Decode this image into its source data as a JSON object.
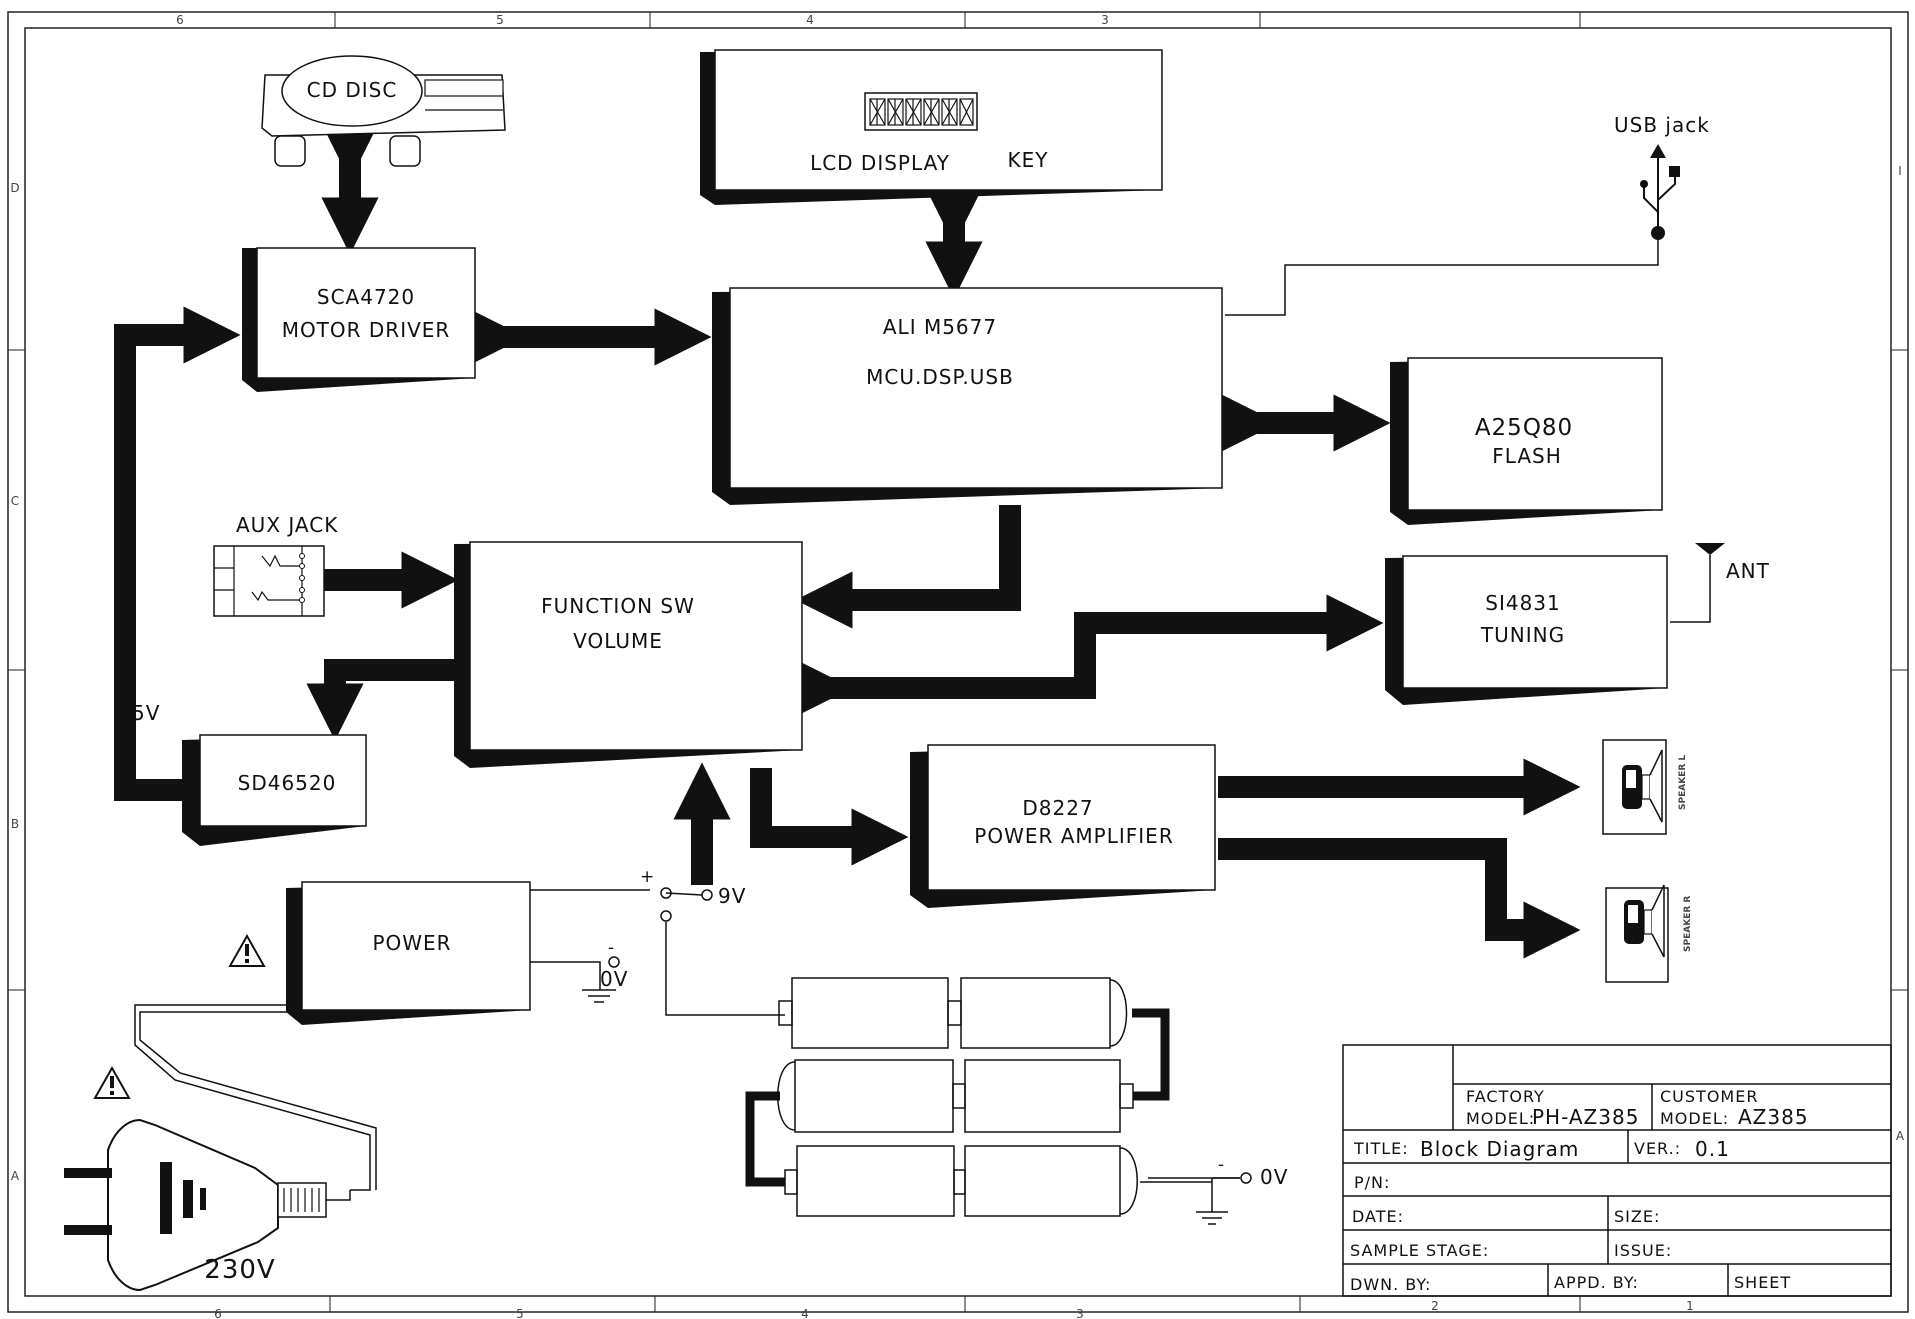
{
  "frame": {
    "col_labels_top": [
      "6",
      "5",
      "4",
      "3"
    ],
    "col_labels_bottom": [
      "6",
      "5",
      "4",
      "3",
      "2",
      "1"
    ],
    "row_labels_left": [
      "D",
      "C",
      "B",
      "A"
    ],
    "row_labels_right": [
      "I",
      "A"
    ]
  },
  "blocks": {
    "cd": {
      "label": "CD DISC"
    },
    "lcd": {
      "label1": "LCD DISPLAY",
      "label2": "KEY"
    },
    "usb": {
      "label": "USB jack"
    },
    "sca": {
      "line1": "SCA4720",
      "line2": "MOTOR DRIVER"
    },
    "ali": {
      "line1": "ALI M5677",
      "line2": "MCU.DSP.USB"
    },
    "flash": {
      "line1": "A25Q80",
      "line2": "FLASH"
    },
    "aux": {
      "label": "AUX JACK"
    },
    "func": {
      "line1": "FUNCTION SW",
      "line2": "VOLUME"
    },
    "tuner": {
      "line1": "SI4831",
      "line2": "TUNING",
      "ant": "ANT"
    },
    "sd": {
      "label": "SD46520",
      "rail": "5V"
    },
    "amp": {
      "line1": "D8227",
      "line2": "POWER AMPLIFIER"
    },
    "speaker_l": {
      "label": "SPEAKER L"
    },
    "speaker_r": {
      "label": "SPEAKER R"
    },
    "power": {
      "label": "POWER",
      "plus": "+",
      "v9": "9V",
      "minus": "-",
      "v0": "0V"
    },
    "battery": {
      "minus": "-",
      "v0": "0V"
    },
    "plug": {
      "label": "230V"
    }
  },
  "title_block": {
    "factory_label": "FACTORY",
    "factory_model_label": "MODEL:",
    "factory_model": "PH-AZ385",
    "customer_label": "CUSTOMER",
    "customer_model_label": "MODEL:",
    "customer_model": "AZ385",
    "title_label": "TITLE:",
    "title": "Block Diagram",
    "ver_label": "VER.:",
    "ver": "0.1",
    "pn_label": "P/N:",
    "date_label": "DATE:",
    "size_label": "SIZE:",
    "sample_label": "SAMPLE STAGE:",
    "issue_label": "ISSUE:",
    "dwn_label": "DWN. BY:",
    "appd_label": "APPD. BY:",
    "sheet_label": "SHEET"
  }
}
